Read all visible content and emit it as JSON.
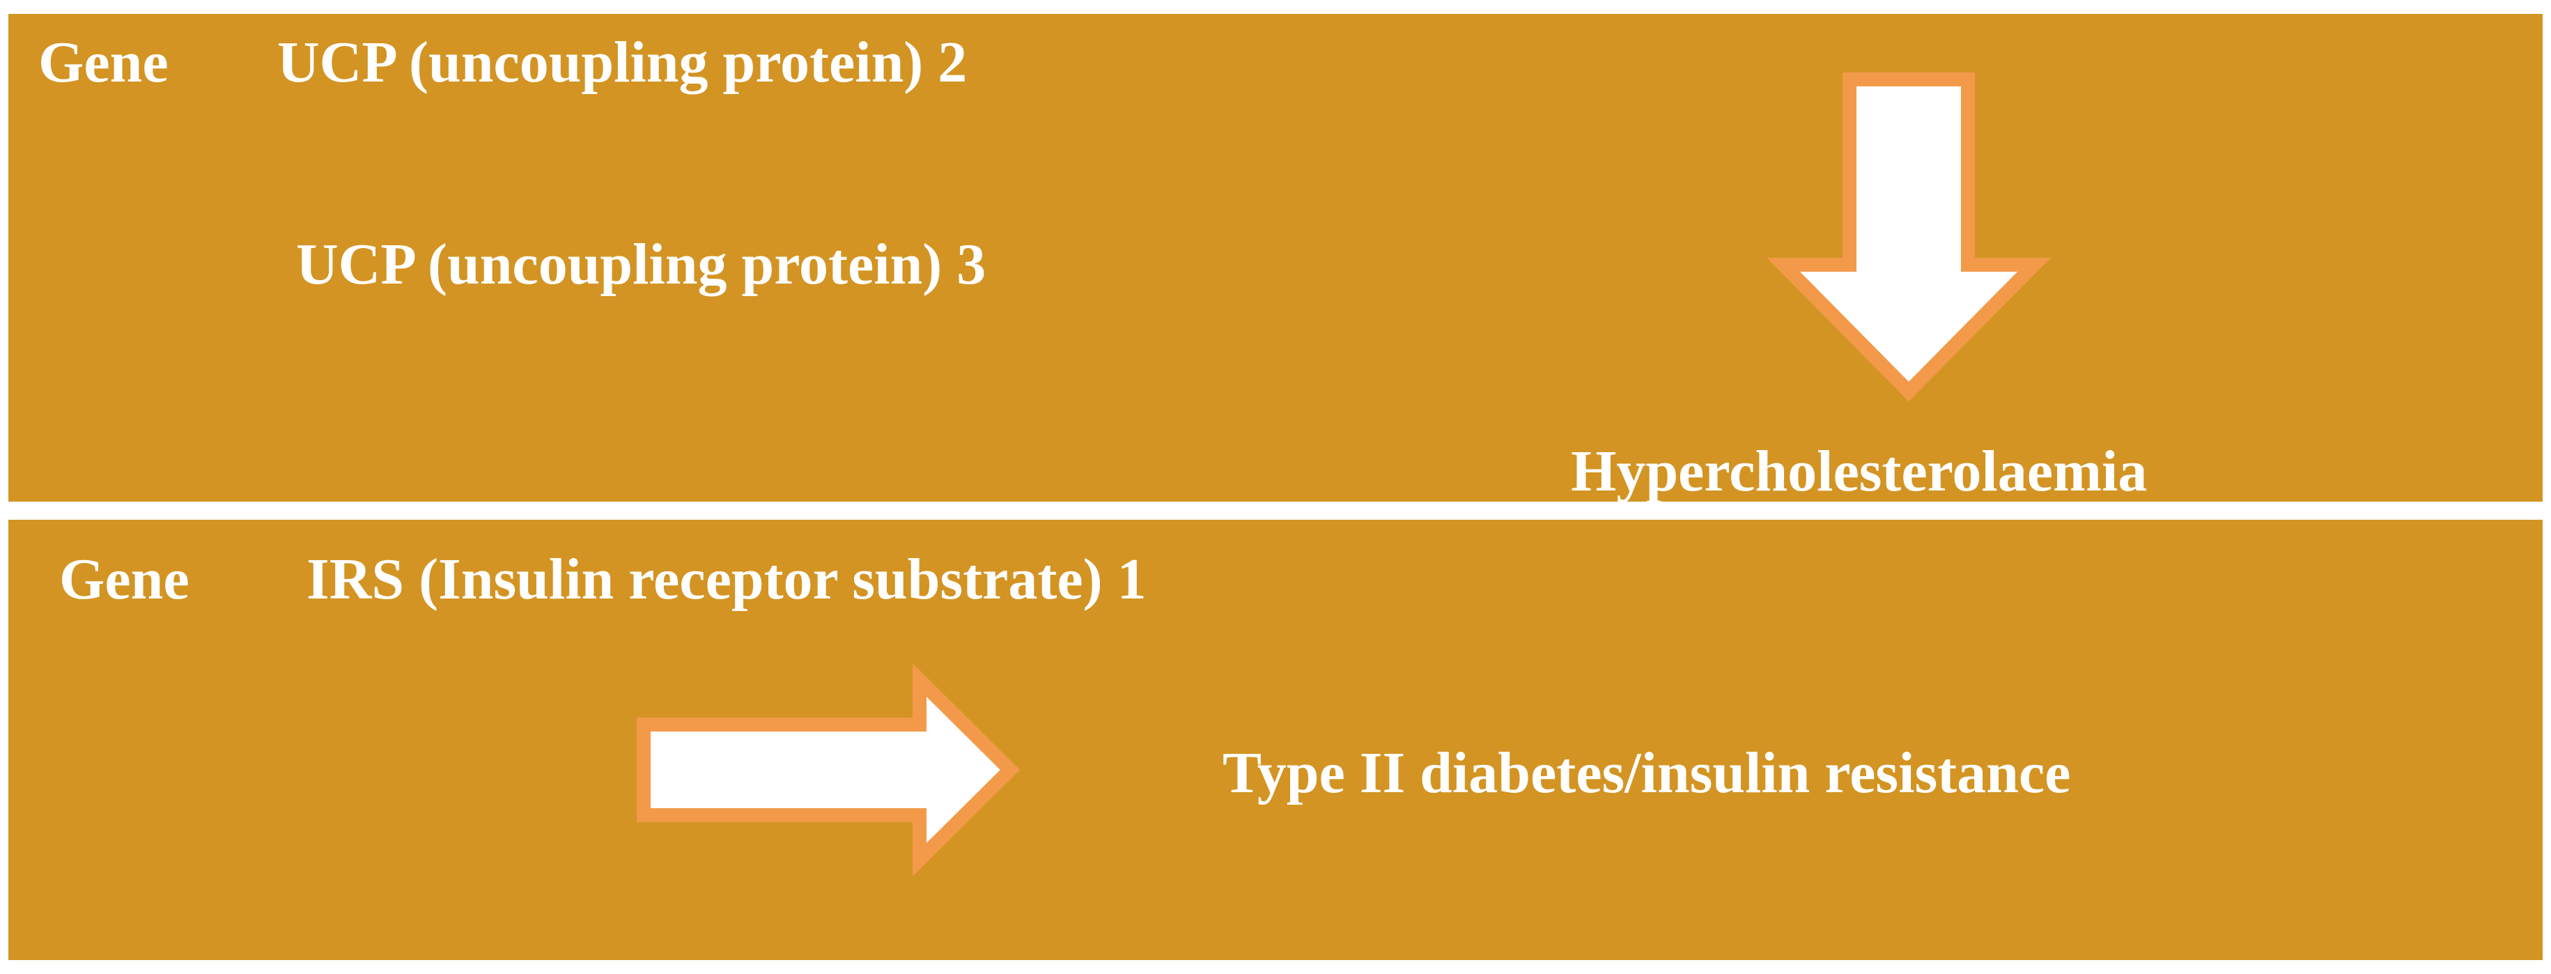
{
  "colors": {
    "panel_fill": "#D39423",
    "text": "#FFFFFF",
    "arrow_fill": "#FFFFFF",
    "arrow_outline": "#F29A4A",
    "background": "#FFFFFF"
  },
  "top_panel": {
    "gene_label": "Gene",
    "gene_1": "UCP (uncoupling protein) 2",
    "gene_2": "UCP (uncoupling protein) 3",
    "arrow_direction": "down",
    "outcome": "Hypercholesterolaemia"
  },
  "bottom_panel": {
    "gene_label": "Gene",
    "gene_1": "IRS (Insulin receptor substrate) 1",
    "arrow_direction": "right",
    "outcome": "Type II diabetes/insulin resistance"
  }
}
